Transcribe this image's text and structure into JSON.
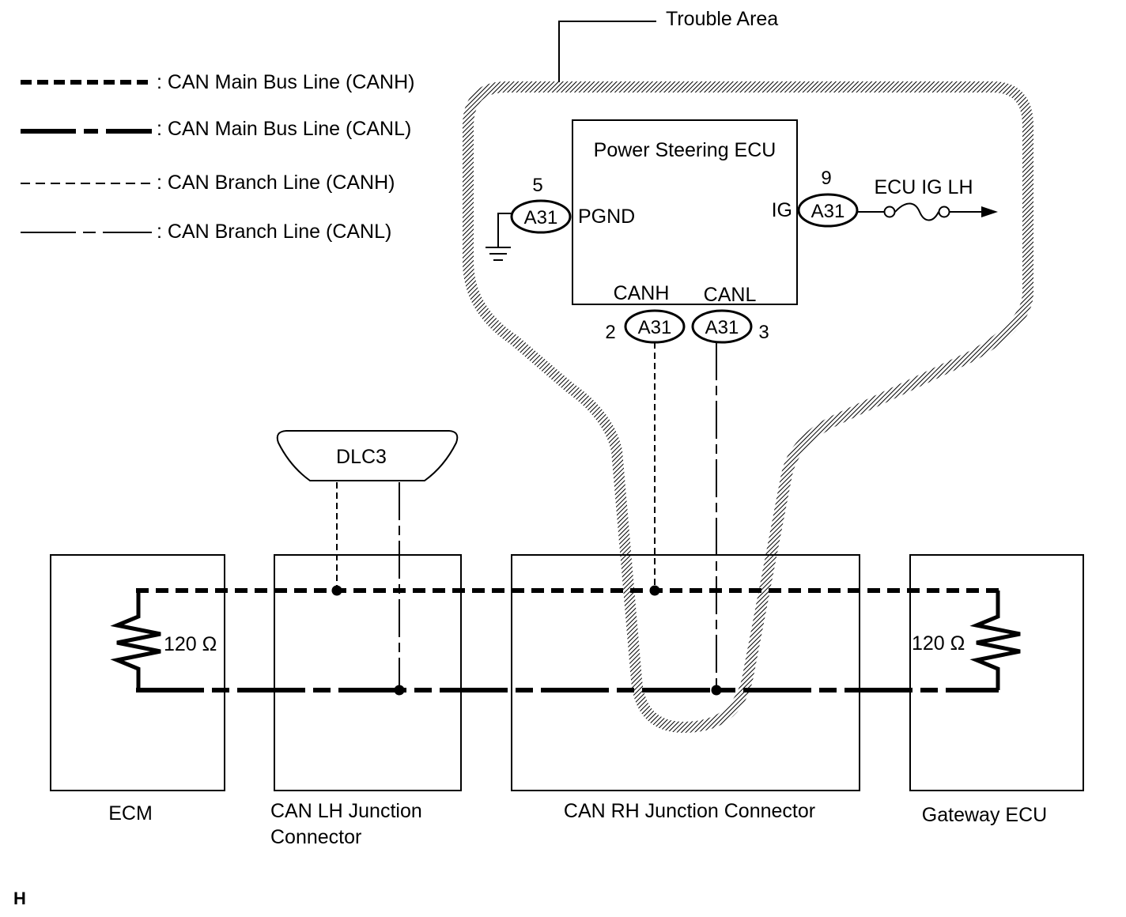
{
  "legend": [
    {
      "label": ": CAN Main Bus Line (CANH)"
    },
    {
      "label": ": CAN Main Bus Line (CANL)"
    },
    {
      "label": ": CAN Branch Line (CANH)"
    },
    {
      "label": ": CAN Branch Line (CANL)"
    }
  ],
  "trouble_area_label": "Trouble Area",
  "power_steering_ecu": {
    "title": "Power Steering ECU",
    "pgnd": {
      "pin": "5",
      "connector": "A31",
      "terminal": "PGND"
    },
    "ig": {
      "pin": "9",
      "connector": "A31",
      "terminal": "IG",
      "fuse": "ECU IG LH"
    },
    "canh": {
      "pin": "2",
      "connector": "A31",
      "terminal": "CANH"
    },
    "canl": {
      "pin": "3",
      "connector": "A31",
      "terminal": "CANL"
    }
  },
  "dlc3": "DLC3",
  "ecm": {
    "label": "ECM",
    "resistor": "120 Ω"
  },
  "can_lh_junction": {
    "line1": "CAN LH Junction",
    "line2": "Connector"
  },
  "can_rh_junction": "CAN RH Junction Connector",
  "gateway_ecu": {
    "label": "Gateway ECU",
    "resistor": "120 Ω"
  },
  "corner_mark": "H"
}
